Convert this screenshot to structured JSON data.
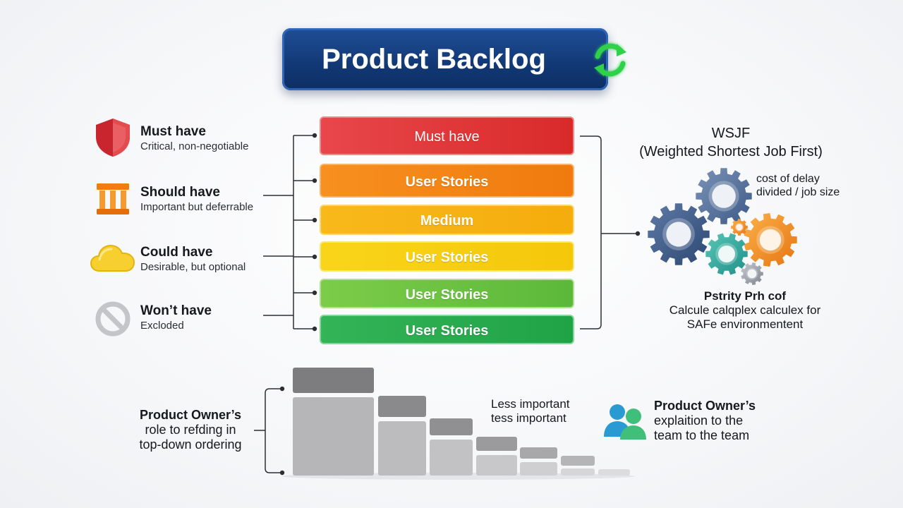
{
  "title": "Product Backlog",
  "legend": [
    {
      "title": "Must have",
      "sub": "Critical, non-negotiable",
      "icon": "shield-icon"
    },
    {
      "title": "Should have",
      "sub": "Important but deferrable",
      "icon": "pillars-icon"
    },
    {
      "title": "Could have",
      "sub": "Desirable, but optional",
      "icon": "cloud-icon"
    },
    {
      "title": "Won’t have",
      "sub": "Excloded",
      "icon": "prohibited-icon"
    }
  ],
  "backlog": [
    {
      "label": "Must have",
      "color": "#e03a3b"
    },
    {
      "label": "User Stories",
      "color": "#f4851a"
    },
    {
      "label": "Medium",
      "color": "#f6b416"
    },
    {
      "label": "User Stories",
      "color": "#f7cf14"
    },
    {
      "label": "User Stories",
      "color": "#6cc243"
    },
    {
      "label": "User Stories",
      "color": "#2aab4e"
    }
  ],
  "wsjf": {
    "title": "WSJF",
    "subtitle": "(Weighted Shortest Job First)",
    "gear_line1": "cost of delay",
    "gear_line2": "divided / job size",
    "prio_title": "Pstrity Prh cof",
    "prio_line1": "Calcule calqplex calculex for",
    "prio_line2": "SAFe environmentent"
  },
  "bottom": {
    "po_left_title": "Product Owner’s",
    "po_left_line1": "role to refding in",
    "po_left_line2": "top-down ordering",
    "less_line1": "Less important",
    "less_line2": "tess important",
    "po_right_title": "Product Owner’s",
    "po_right_line1": "explaition to the",
    "po_right_line2": "team to the team"
  }
}
